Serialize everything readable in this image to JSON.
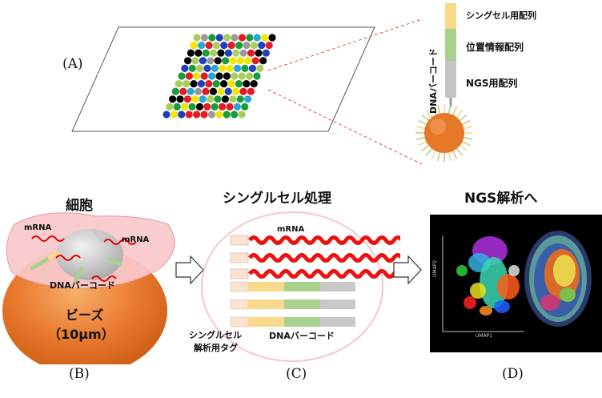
{
  "panel_labels": {
    "a": "(A)",
    "b": "(B)",
    "c": "(C)",
    "d": "(D)"
  },
  "barcode": {
    "axis_label": "DNAバーコード",
    "segments": [
      {
        "label": "シングセル用配列",
        "color": "#f7d98a"
      },
      {
        "label": "位置情報配列",
        "color": "#a9d18e"
      },
      {
        "label": "NGS用配列",
        "color": "#bdbdbd"
      }
    ]
  },
  "panel_b": {
    "title": "細胞",
    "mrna_1": "mRNA",
    "mrna_2": "mRNA",
    "barcode_label": "DNAバーコード",
    "bead_line1": "ビーズ",
    "bead_line2": "（10μm）"
  },
  "panel_c": {
    "title": "シングルセル処理",
    "mrna": "mRNA",
    "tag_line1": "シングルセル",
    "tag_line2": "解析用タグ",
    "barcode_label": "DNAバーコード"
  },
  "panel_d": {
    "title": "NGS解析へ",
    "axis_y": "UMAP2",
    "axis_x": "UMAP1"
  },
  "colors": {
    "red": "#ff0000",
    "bead": "#e87a2a",
    "cell": "#f9c9cc",
    "tag": "#fbe3d0",
    "seg_yellow": "#fbd98c",
    "seg_green": "#a9d18e",
    "seg_gray": "#c8c8c8"
  },
  "dot_palette": [
    "#e31b23",
    "#1a9c3a",
    "#1f3fbf",
    "#000000",
    "#f2e600",
    "#a9cf5a",
    "#9a9a9a",
    "#2aa5d8",
    "#e31b23",
    "#f2e600",
    "#1a9c3a",
    "#000000"
  ]
}
